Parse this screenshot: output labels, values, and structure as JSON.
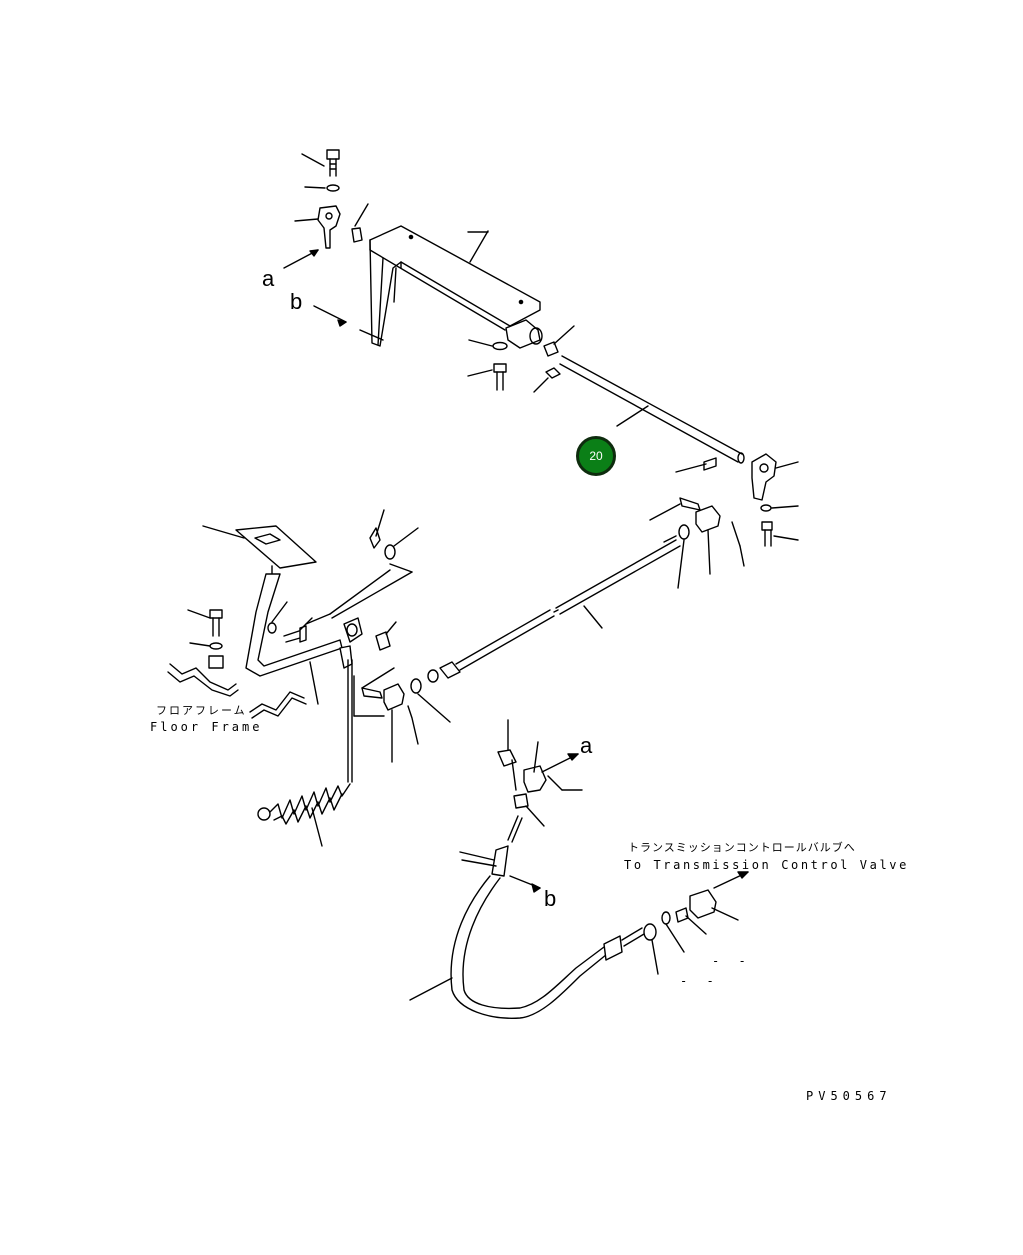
{
  "callouts": {
    "a_top": "a",
    "b_top": "b",
    "a_bottom": "a",
    "b_bottom": "b"
  },
  "floor_frame": {
    "jp": "フロアフレーム",
    "en": "Floor Frame"
  },
  "transmission": {
    "jp": "トランスミッションコントロールバルブへ",
    "en": "To Transmission Control Valve"
  },
  "part_badge": "20",
  "dashes": {
    "d1": "- -",
    "d2": "- -"
  },
  "drawing_code": "PV50567",
  "colors": {
    "badge_fill": "#0b7f17",
    "ink": "#000000"
  }
}
